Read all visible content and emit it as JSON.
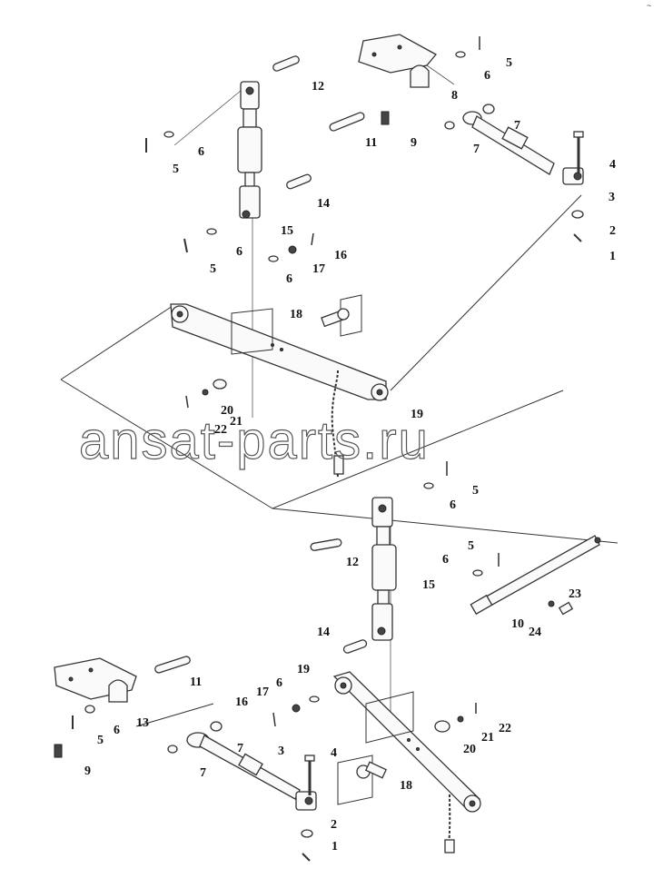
{
  "page_id": "~",
  "watermark": "ansat-parts.ru",
  "upper_labels": {
    "l1": "1",
    "l2": "2",
    "l3": "3",
    "l4": "4",
    "l5a": "5",
    "l5b": "5",
    "l5c": "5",
    "l6a": "6",
    "l6b": "6",
    "l6c": "6",
    "l6d": "6",
    "l7a": "7",
    "l7b": "7",
    "l8": "8",
    "l9": "9",
    "l11": "11",
    "l12": "12",
    "l14": "14",
    "l15": "15",
    "l16": "16",
    "l17": "17",
    "l18": "18",
    "l19": "19",
    "l20": "20",
    "l21": "21",
    "l22": "22"
  },
  "lower_labels": {
    "l1": "1",
    "l2": "2",
    "l3": "3",
    "l4": "4",
    "l5a": "5",
    "l5b": "5",
    "l5c": "5",
    "l6a": "6",
    "l6b": "6",
    "l6c": "6",
    "l6d": "6",
    "l7a": "7",
    "l7b": "7",
    "l9": "9",
    "l10": "10",
    "l11": "11",
    "l12": "12",
    "l13": "13",
    "l14": "14",
    "l15": "15",
    "l16": "16",
    "l17": "17",
    "l18": "18",
    "l19": "19",
    "l20": "20",
    "l21": "21",
    "l22": "22",
    "l23": "23",
    "l24": "24"
  }
}
